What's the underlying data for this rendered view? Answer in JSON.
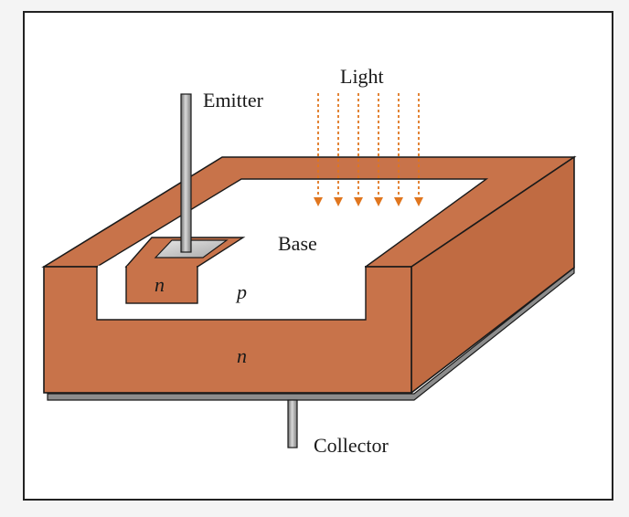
{
  "labels": {
    "light": "Light",
    "emitter": "Emitter",
    "base": "Base",
    "collector": "Collector",
    "emitter_region": "n",
    "base_region": "p",
    "collector_region": "n"
  },
  "colors": {
    "semiconductor": "#c8734a",
    "semiconductor_side": "#b9653d",
    "outline": "#1a1a1a",
    "light_arrows": "#e0761f",
    "base_region": "#ffffff",
    "electrode": "#9a9a9a",
    "frame_background": "#ffffff"
  },
  "light_arrow_count": 6
}
